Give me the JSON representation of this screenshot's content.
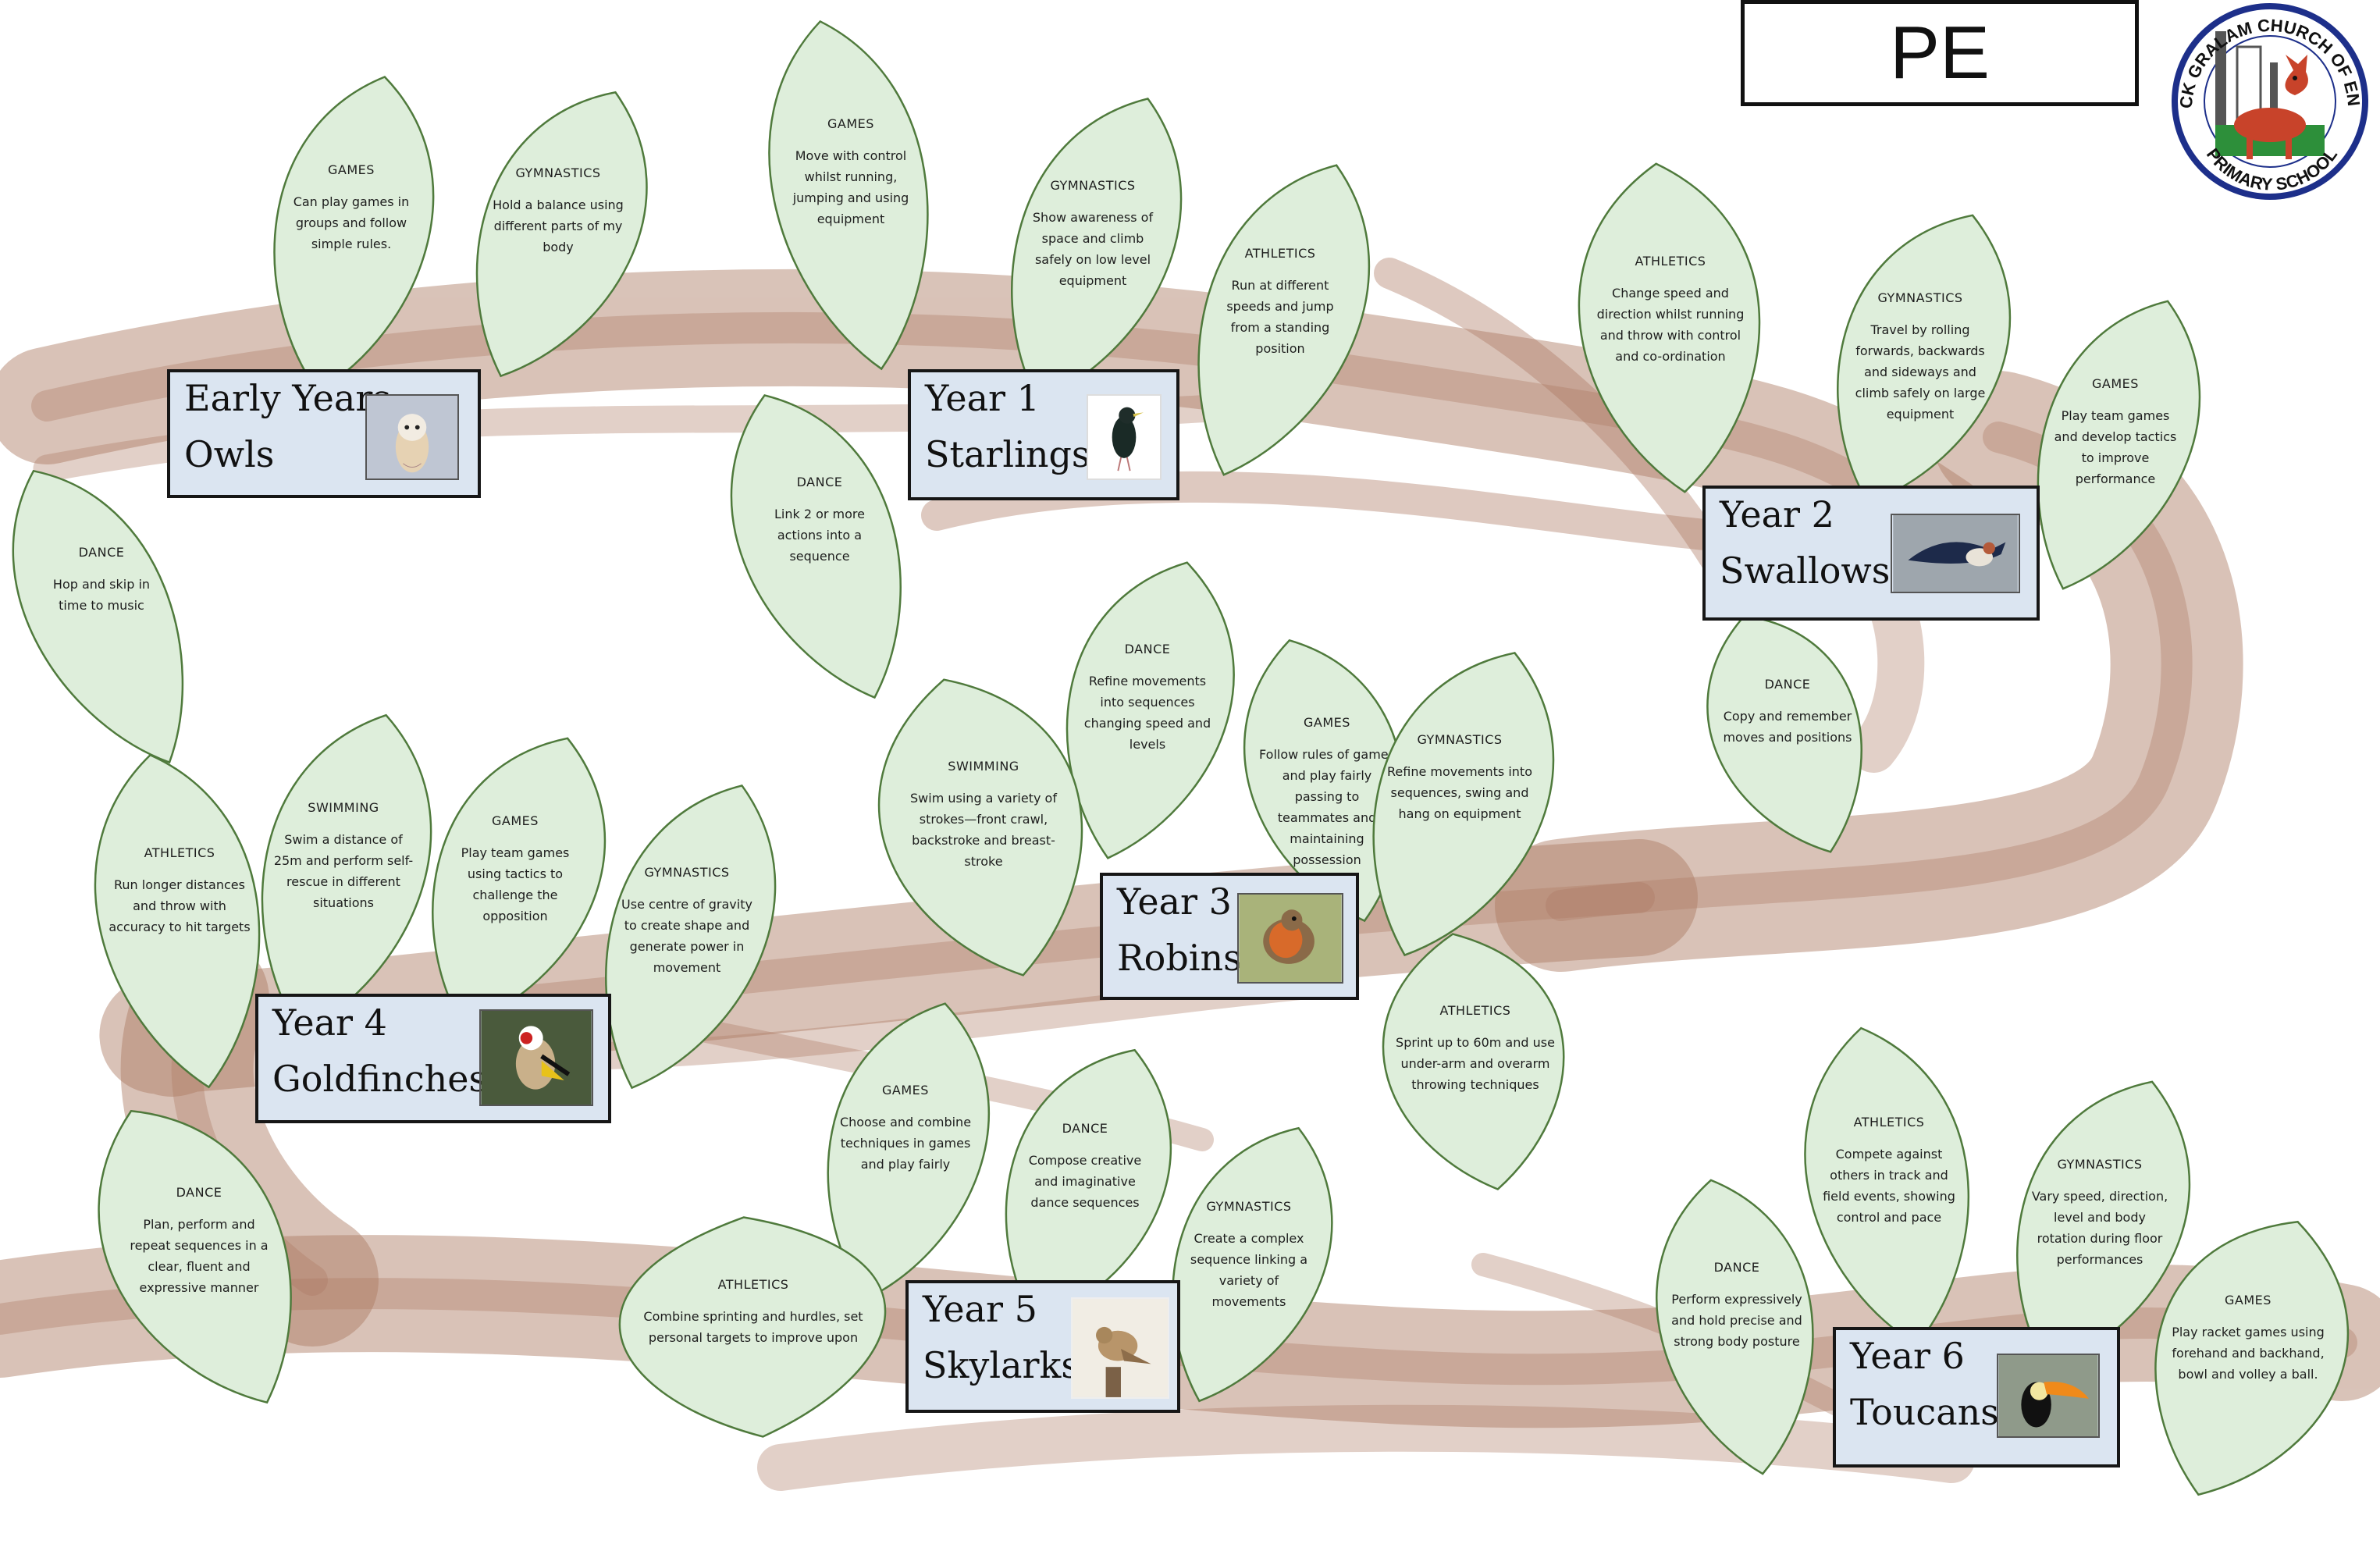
{
  "title": "PE",
  "logo": {
    "text_top": "LOSTOCK GRALAM CHURCH OF ENGLAND",
    "text_bottom": "PRIMARY SCHOOL",
    "icon": "fox-icon"
  },
  "colors": {
    "leaf_fill": "#deeedb",
    "leaf_stroke": "#4f7a3c",
    "branch": "#8a4a2a",
    "box_fill": "#dbe5f1"
  },
  "years": [
    {
      "line1": "Early Years",
      "line2": "Owls",
      "bird_icon": "owl-icon"
    },
    {
      "line1": "Year 1",
      "line2": "Starlings",
      "bird_icon": "starling-icon"
    },
    {
      "line1": "Year 2",
      "line2": "Swallows",
      "bird_icon": "swallow-icon"
    },
    {
      "line1": "Year 3",
      "line2": "Robins",
      "bird_icon": "robin-icon"
    },
    {
      "line1": "Year 4",
      "line2": "Goldfinches",
      "bird_icon": "goldfinch-icon"
    },
    {
      "line1": "Year 5",
      "line2": "Skylarks",
      "bird_icon": "skylark-icon"
    },
    {
      "line1": "Year 6",
      "line2": "Toucans",
      "bird_icon": "toucan-icon"
    }
  ],
  "leaves": [
    {
      "title": "GAMES",
      "text": "Can play games in groups and follow simple rules."
    },
    {
      "title": "GYMNASTICS",
      "text": "Hold a balance using different parts of my body"
    },
    {
      "title": "DANCE",
      "text": "Hop and skip in time to music"
    },
    {
      "title": "GAMES",
      "text": "Move with control whilst running, jumping and using equipment"
    },
    {
      "title": "GYMNASTICS",
      "text": "Show awareness of space and climb safely on low level equipment"
    },
    {
      "title": "ATHLETICS",
      "text": "Run at different speeds and jump from a standing position"
    },
    {
      "title": "DANCE",
      "text": "Link 2 or more actions into a sequence"
    },
    {
      "title": "ATHLETICS",
      "text": "Change speed and direction whilst running and throw with control and co-ordination"
    },
    {
      "title": "GYMNASTICS",
      "text": "Travel by rolling forwards, backwards and sideways and climb safely on large equipment"
    },
    {
      "title": "GAMES",
      "text": "Play team games and develop tactics to improve performance"
    },
    {
      "title": "DANCE",
      "text": "Copy and remember moves and positions"
    },
    {
      "title": "DANCE",
      "text": "Refine movements into sequences changing speed and levels"
    },
    {
      "title": "SWIMMING",
      "text": "Swim using a variety of strokes—front crawl, backstroke and breast-stroke"
    },
    {
      "title": "GAMES",
      "text": "Follow rules of games and play fairly passing to teammates and maintaining possession"
    },
    {
      "title": "GYMNASTICS",
      "text": "Refine movements into sequences, swing and hang on equipment"
    },
    {
      "title": "ATHLETICS",
      "text": "Sprint up to 60m and use under-arm and overarm throwing techniques"
    },
    {
      "title": "ATHLETICS",
      "text": "Run longer distances and throw with accuracy to hit targets"
    },
    {
      "title": "SWIMMING",
      "text": "Swim a distance of 25m and perform self-rescue in different situations"
    },
    {
      "title": "GAMES",
      "text": "Play team games using tactics to challenge the opposition"
    },
    {
      "title": "GYMNASTICS",
      "text": "Use centre of gravity to create shape and generate power in movement"
    },
    {
      "title": "DANCE",
      "text": "Plan, perform and repeat sequences in a clear, fluent and expressive manner"
    },
    {
      "title": "GAMES",
      "text": "Choose and combine techniques in games and play fairly"
    },
    {
      "title": "DANCE",
      "text": "Compose creative and imaginative dance sequences"
    },
    {
      "title": "GYMNASTICS",
      "text": "Create a complex sequence linking a variety of movements"
    },
    {
      "title": "ATHLETICS",
      "text": "Combine sprinting and hurdles, set personal targets to improve upon"
    },
    {
      "title": "ATHLETICS",
      "text": "Compete against others in track and field events, showing control and pace"
    },
    {
      "title": "GYMNASTICS",
      "text": "Vary speed, direction, level and body rotation during floor performances"
    },
    {
      "title": "DANCE",
      "text": "Perform expressively and hold precise and strong body posture"
    },
    {
      "title": "GAMES",
      "text": "Play racket games using forehand and backhand, bowl and  volley a ball."
    }
  ]
}
